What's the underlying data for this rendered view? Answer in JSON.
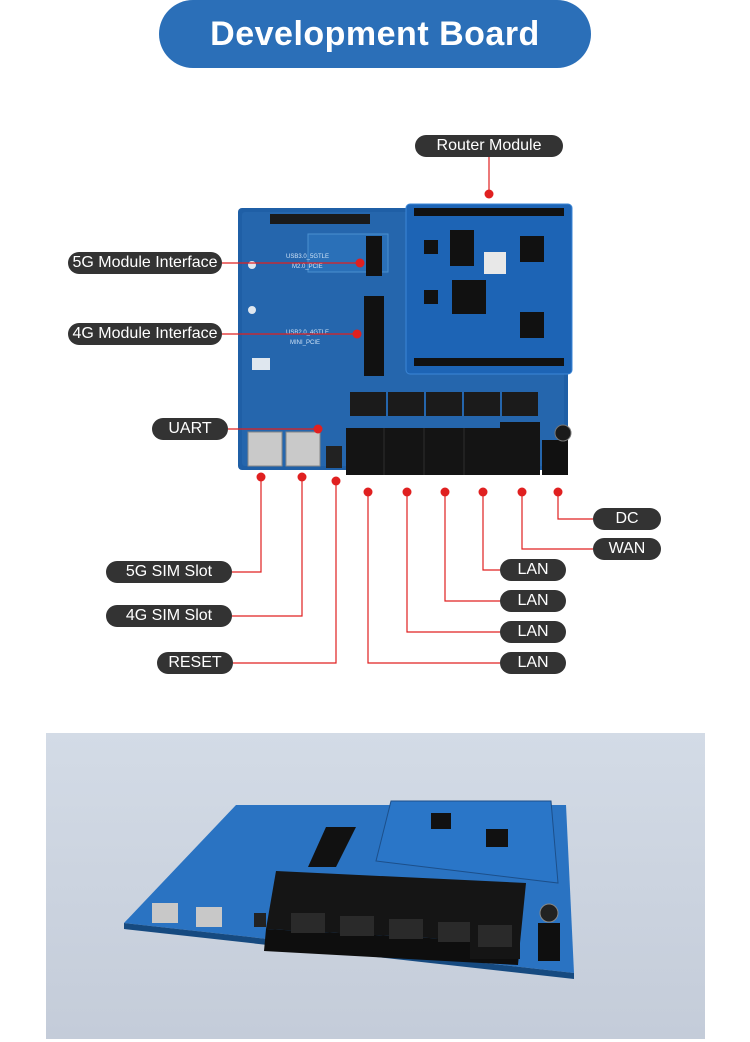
{
  "title": "Development Board",
  "labels": {
    "router_module": "Router Module",
    "module_5g": "5G Module Interface",
    "module_4g": "4G Module Interface",
    "uart": "UART",
    "sim_5g": "5G SIM Slot",
    "sim_4g": "4G SIM Slot",
    "reset": "RESET",
    "dc": "DC",
    "wan": "WAN",
    "lan1": "LAN",
    "lan2": "LAN",
    "lan3": "LAN",
    "lan4": "LAN"
  },
  "board_silk": {
    "slot_5g_a": "USB3.0_5GTLE",
    "slot_5g_b": "M2.0_PCIE",
    "slot_4g_a": "USB2.0_4GTLE",
    "slot_4g_b": "MINI_PCIE"
  },
  "colors": {
    "title_bg": "#2b6fb8",
    "label_bg": "#333333",
    "callout_line": "#e02020",
    "pcb": "#1f5fa6"
  }
}
